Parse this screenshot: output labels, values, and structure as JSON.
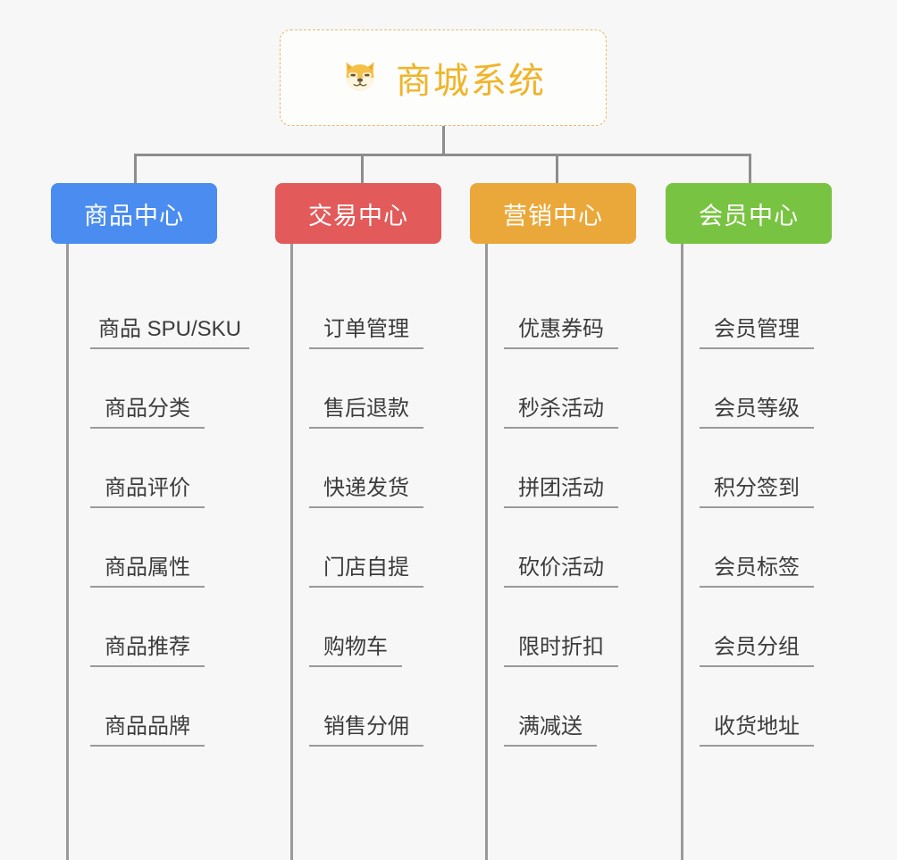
{
  "root": {
    "title": "商城系统",
    "icon": "dog-face-emoji",
    "border_color": "#e6b96a",
    "text_color": "#f0b429",
    "background": "#fdfdfc"
  },
  "canvas": {
    "background": "#f7f7f7",
    "connector_color": "#8d8d8d"
  },
  "branches": [
    {
      "label": "商品中心",
      "color": "#4a8cf0",
      "leaves": [
        "商品 SPU/SKU",
        "商品分类",
        "商品评价",
        "商品属性",
        "商品推荐",
        "商品品牌"
      ]
    },
    {
      "label": "交易中心",
      "color": "#e25a5a",
      "leaves": [
        "订单管理",
        "售后退款",
        "快递发货",
        "门店自提",
        "购物车",
        "销售分佣"
      ]
    },
    {
      "label": "营销中心",
      "color": "#eaa83a",
      "leaves": [
        "优惠券码",
        "秒杀活动",
        "拼团活动",
        "砍价活动",
        "限时折扣",
        "满减送"
      ]
    },
    {
      "label": "会员中心",
      "color": "#79c342",
      "leaves": [
        "会员管理",
        "会员等级",
        "积分签到",
        "会员标签",
        "会员分组",
        "收货地址"
      ]
    }
  ]
}
